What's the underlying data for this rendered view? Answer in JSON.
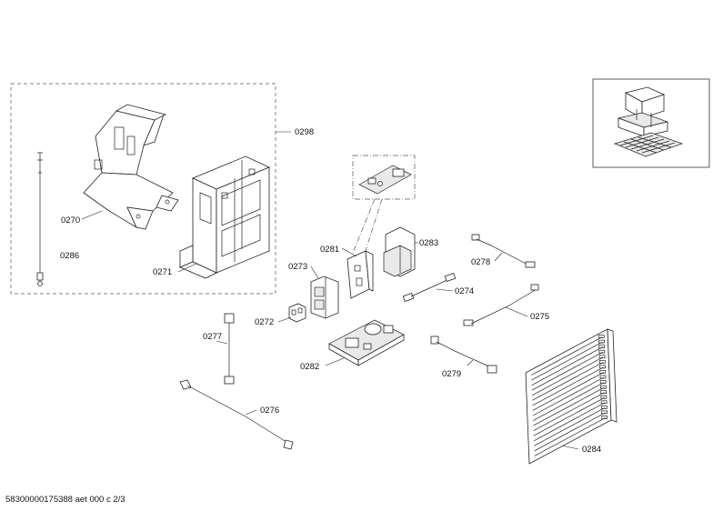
{
  "labels": {
    "p0270": "0270",
    "p0271": "0271",
    "p0272": "0272",
    "p0273": "0273",
    "p0274": "0274",
    "p0275": "0275",
    "p0276": "0276",
    "p0277": "0277",
    "p0278": "0278",
    "p0279": "0279",
    "p0281": "0281",
    "p0282": "0282",
    "p0283": "0283",
    "p0284": "0284",
    "p0286": "0286",
    "p0298": "0298"
  },
  "footer": {
    "doc_id": "58300000175388 aet 000 c 2/3"
  }
}
